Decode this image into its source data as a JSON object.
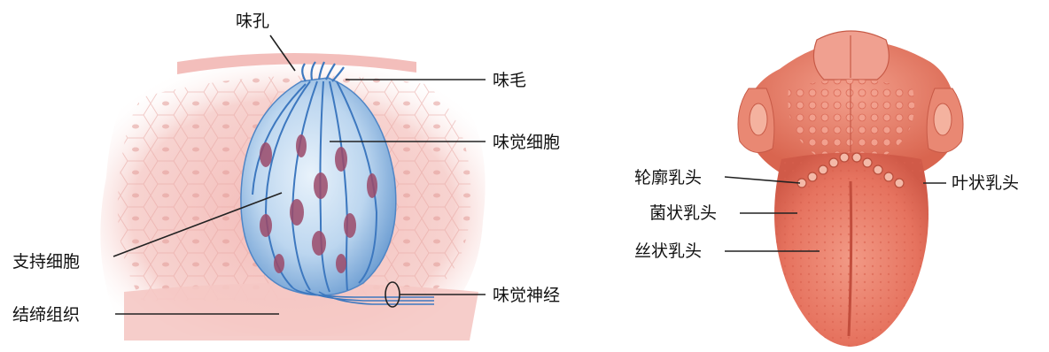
{
  "taste_bud_figure": {
    "labels": {
      "taste_pore": "味孔",
      "taste_hair": "味毛",
      "taste_cell": "味觉细胞",
      "supporting_cell": "支持细胞",
      "connective_tissue": "结缔组织",
      "taste_nerve": "味觉神经"
    }
  },
  "tongue_figure": {
    "labels": {
      "circumvallate_papillae": "轮廓乳头",
      "fungiform_papillae": "菌状乳头",
      "filiform_papillae": "丝状乳头",
      "foliate_papillae": "叶状乳头"
    }
  },
  "colors": {
    "tissue_pink": "#f4c3c0",
    "cell_blue": "#7fb2e0",
    "tongue_red": "#e77563"
  }
}
